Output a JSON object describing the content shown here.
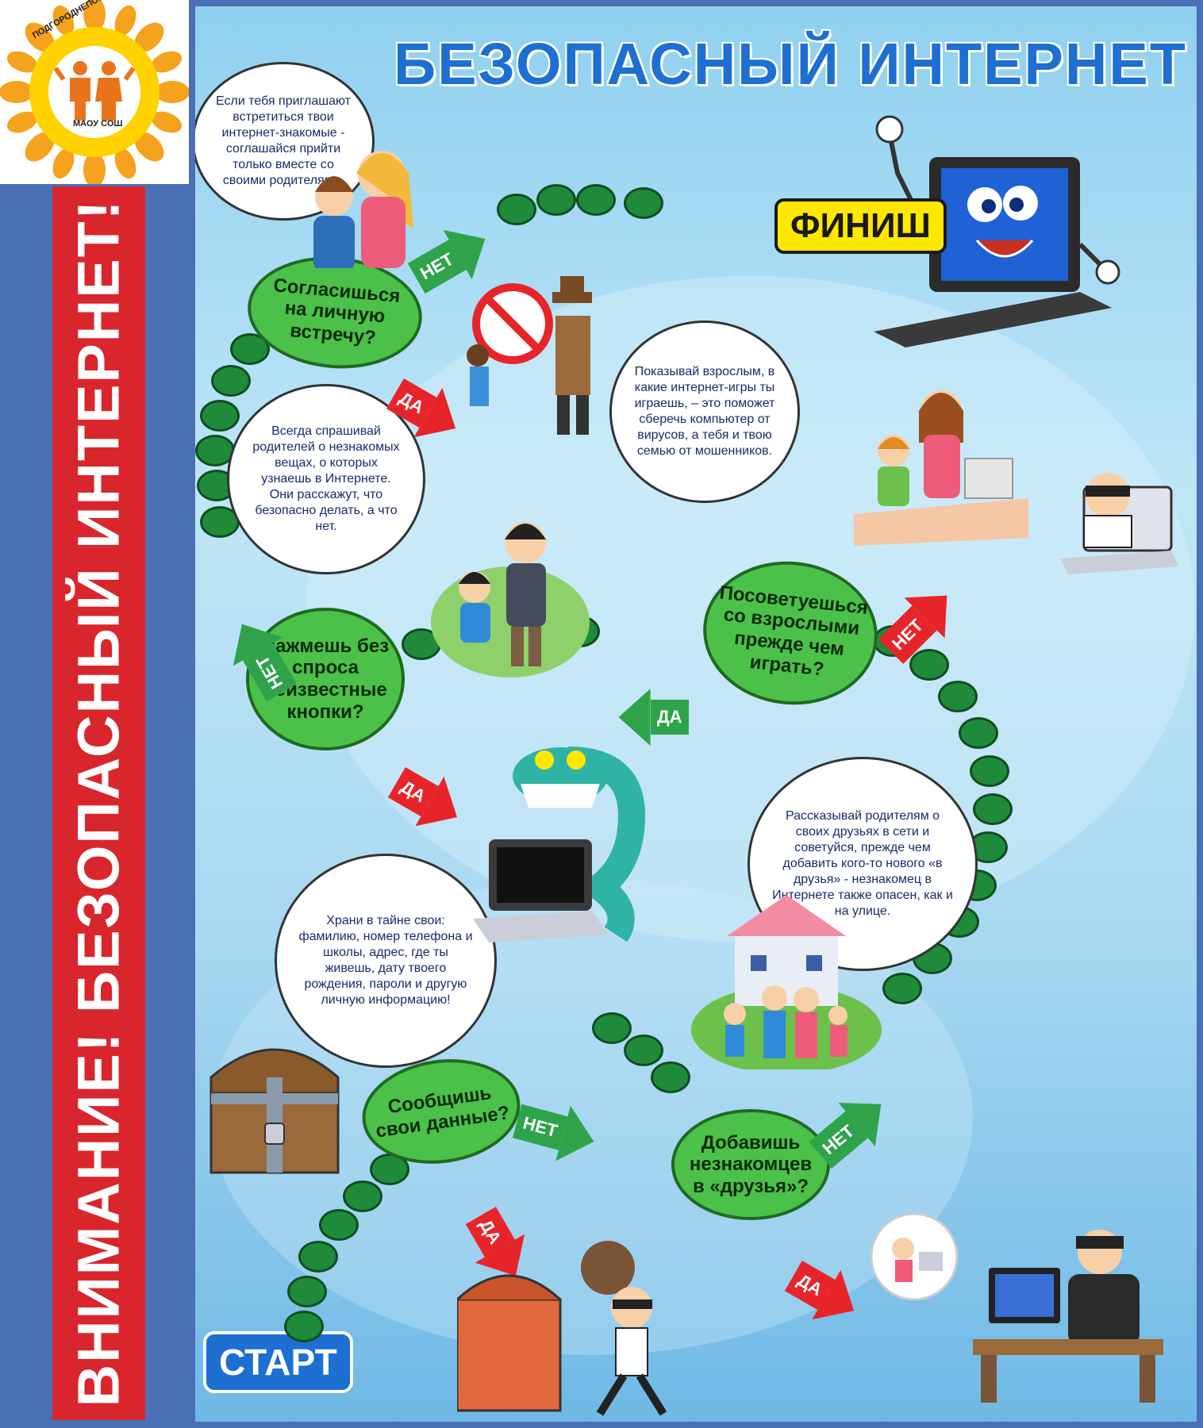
{
  "logo": {
    "arc_text": "ПОДГОРОДНЕПОКРОВСКАЯ",
    "sub_text": "МАОУ СОШ",
    "colors": {
      "petal": "#f5a21e",
      "figure": "#e9741c",
      "text_bg": "#ffd200"
    }
  },
  "side_banner": {
    "text": "ВНИМАНИЕ!  БЕЗОПАСНЫЙ ИНТЕРНЕТ!"
  },
  "poster": {
    "title": "БЕЗОПАСНЫЙ ИНТЕРНЕТ",
    "finish_label": "ФИНИШ",
    "start_label": "СТАРТ",
    "questions": {
      "meeting": "Согласишься на личную встречу?",
      "buttons": "Нажмешь без спроса неизвестные кнопки?",
      "advice": "Посоветуешься со взрослыми прежде чем играть?",
      "data": "Сообщишь свои данные?",
      "friends": "Добавишь незнакомцев в «друзья»?"
    },
    "bubbles": {
      "meeting": "Если тебя приглашают встретиться твои интернет-знакомые - соглашайся прийти только вместе со своими родителями.",
      "ask": "Всегда спрашивай родителей о незнакомых вещах, о которых узнаешь в Интернете. Они расскажут, что безопасно делать, а что нет.",
      "games": "Показывай взрослым, в какие интернет-игры ты играешь, – это поможет сберечь компьютер от вирусов, а тебя и твою семью от мошенников.",
      "secret": "Храни в тайне свои: фамилию, номер телефона и школы, адрес, где ты живешь, дату твоего рождения, пароли и другую личную информацию!",
      "friends": "Рассказывай родителям о своих друзьях в сети и советуйся, прежде чем добавить кого-то нового «в друзья» - незнакомец в Интернете также опасен, как и на улице."
    },
    "arrow_labels": {
      "yes": "ДА",
      "no": "НЕТ"
    },
    "colors": {
      "dot": "#1f8a3a",
      "question": "#4cc14a",
      "yes_arrow": "#e8242b",
      "no_arrow": "#2fa34a",
      "title": "#1d6fd1",
      "finish_bg": "#ffe800",
      "start_bg": "#1d6fd1"
    }
  }
}
